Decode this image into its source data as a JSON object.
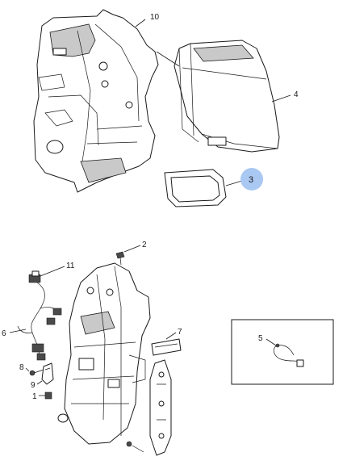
{
  "highlight_color": "#a9c8f2",
  "callouts": {
    "c10": "10",
    "c4": "4",
    "c3": "3",
    "c2": "2",
    "c11": "11",
    "c6": "6",
    "c7": "7",
    "c8": "8",
    "c9": "9",
    "c1": "1",
    "c5": "5"
  },
  "parts": {
    "p10": "headlamp-housing-icon",
    "p4": "tail-lamp-lens-icon",
    "p3": "lamp-gasket-icon",
    "p2": "screw-icon",
    "p11": "connector-icon",
    "p6": "wiring-harness-icon",
    "p7": "seal-strip-icon",
    "p8": "bolt-icon",
    "p9": "clip-icon",
    "p1": "nut-icon",
    "p5": "bulb-socket-icon"
  }
}
